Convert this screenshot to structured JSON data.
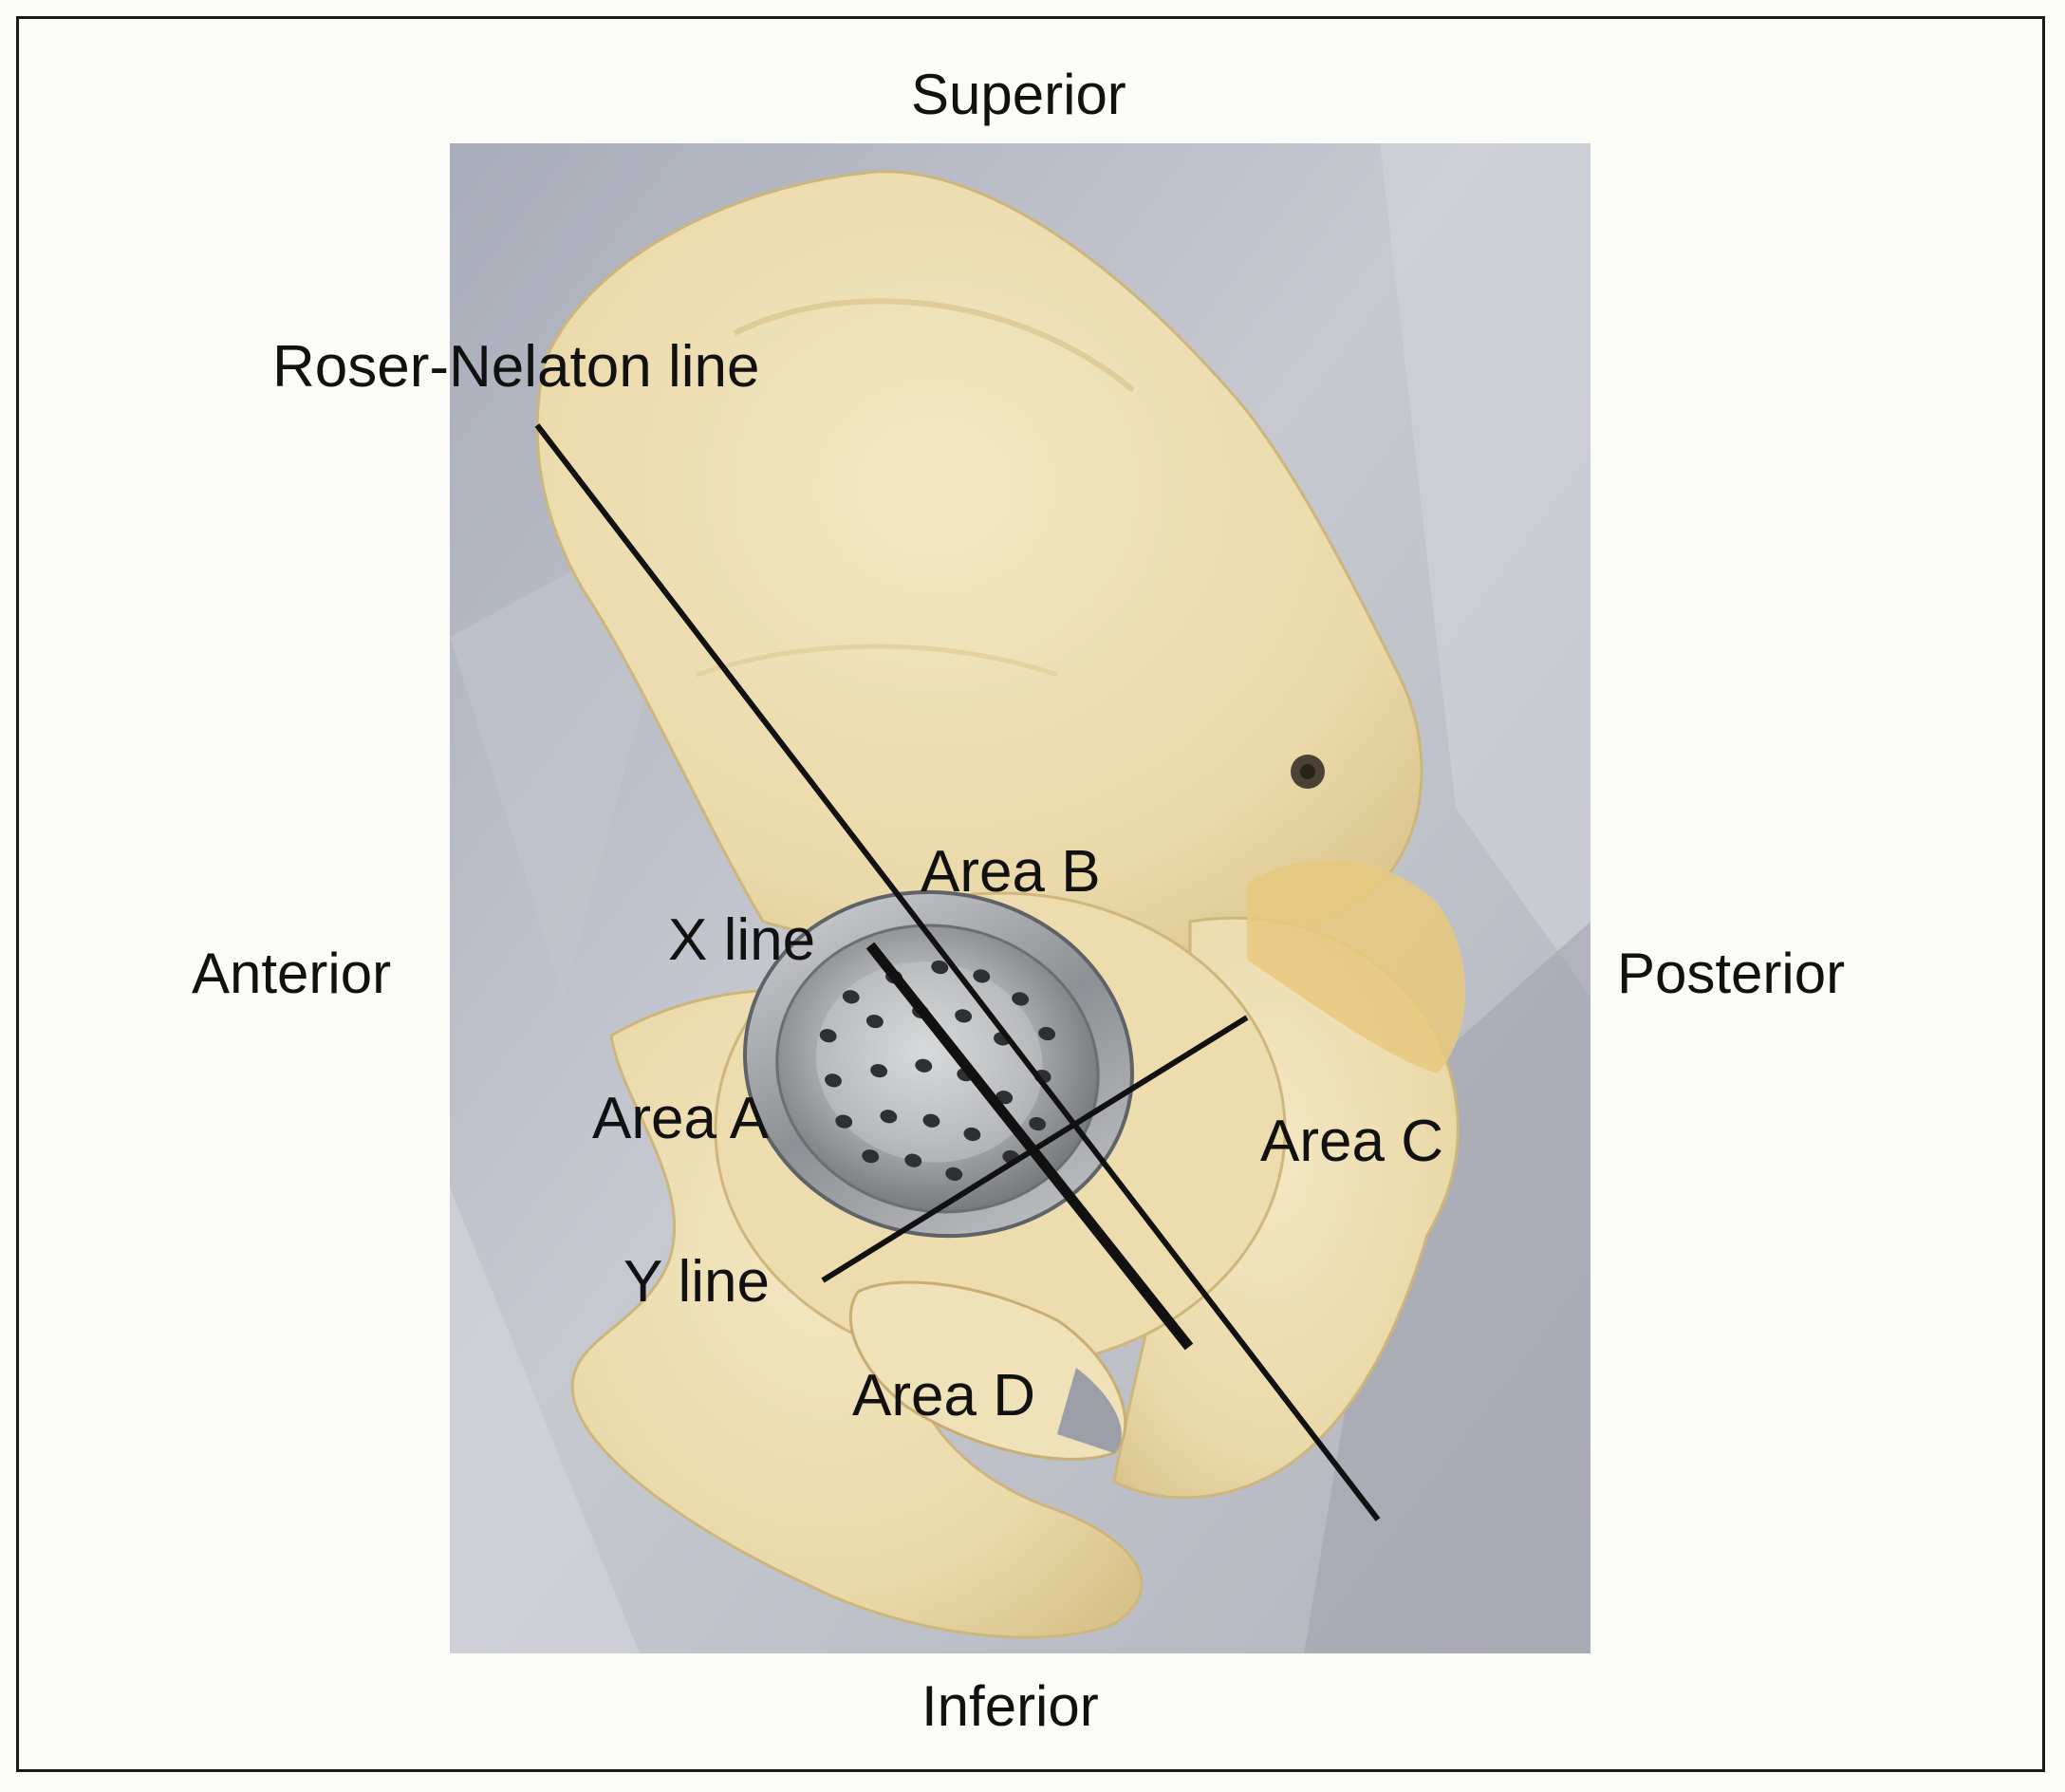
{
  "directions": {
    "superior": "Superior",
    "inferior": "Inferior",
    "anterior": "Anterior",
    "posterior": "Posterior"
  },
  "lines": {
    "roser_nelaton": "Roser-Nelaton line",
    "x_line": "X line",
    "y_line": "Y line"
  },
  "areas": {
    "a": "Area A",
    "b": "Area B",
    "c": "Area C",
    "d": "Area D"
  },
  "colors": {
    "bone": "#eee0b4",
    "bone_shadow": "#d9c58e",
    "background_fabric": "#b9bcc6",
    "cup_metal": "#b4b6b8",
    "line": "#111111"
  }
}
